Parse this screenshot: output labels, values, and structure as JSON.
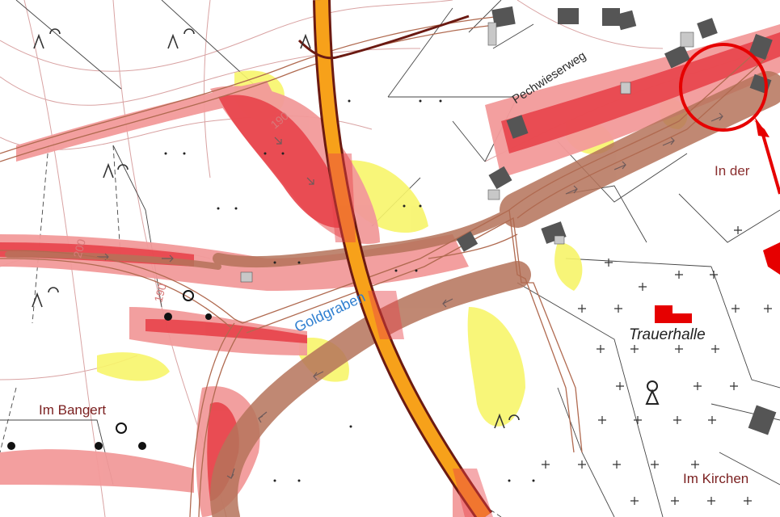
{
  "map": {
    "labels": {
      "street": "Pechwieserweg",
      "stream": "Goldgraben",
      "locality_in_der": "In der",
      "locality_bangert": "Im Bangert",
      "building": "Trauerhalle",
      "locality_kirchen": "Im Kirchen"
    },
    "contours": [
      "190",
      "190",
      "200"
    ],
    "colors": {
      "hazard_high": "#e8424a",
      "hazard_medium": "#f08080",
      "hazard_low": "#f7f56a",
      "flow_channel": "#b5735a",
      "main_road": "#f7a11a",
      "main_road_edge": "#6b1a12",
      "building": "#555555",
      "highlight": "#e60000"
    },
    "icons": [
      "cemetery-cross-symbol",
      "grassland-symbol",
      "tree-symbol",
      "flow-arrow-icon",
      "highlight-circle",
      "pointer-arrow"
    ]
  }
}
